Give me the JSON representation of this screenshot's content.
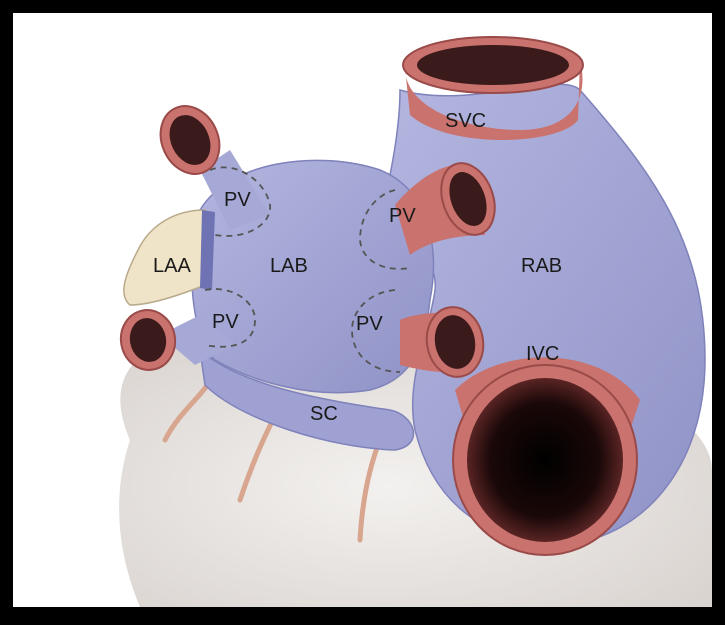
{
  "colors": {
    "border": "#000000",
    "background": "#ffffff",
    "atrium": "#a6a8d6",
    "atrium_dark": "#7f82bb",
    "vessel_ring": "#c9726e",
    "vessel_ring_dark": "#9a4a48",
    "lumen": "#3a1a1a",
    "appendage": "#efe3c8",
    "ventricle": "#ebe7e4",
    "artery": "#d8a58f"
  },
  "labels": {
    "svc": "SVC",
    "ivc": "IVC",
    "rab": "RAB",
    "lab": "LAB",
    "laa": "LAA",
    "sc": "SC",
    "pv_upper_left": "PV",
    "pv_lower_left": "PV",
    "pv_upper_right": "PV",
    "pv_lower_right": "PV"
  }
}
